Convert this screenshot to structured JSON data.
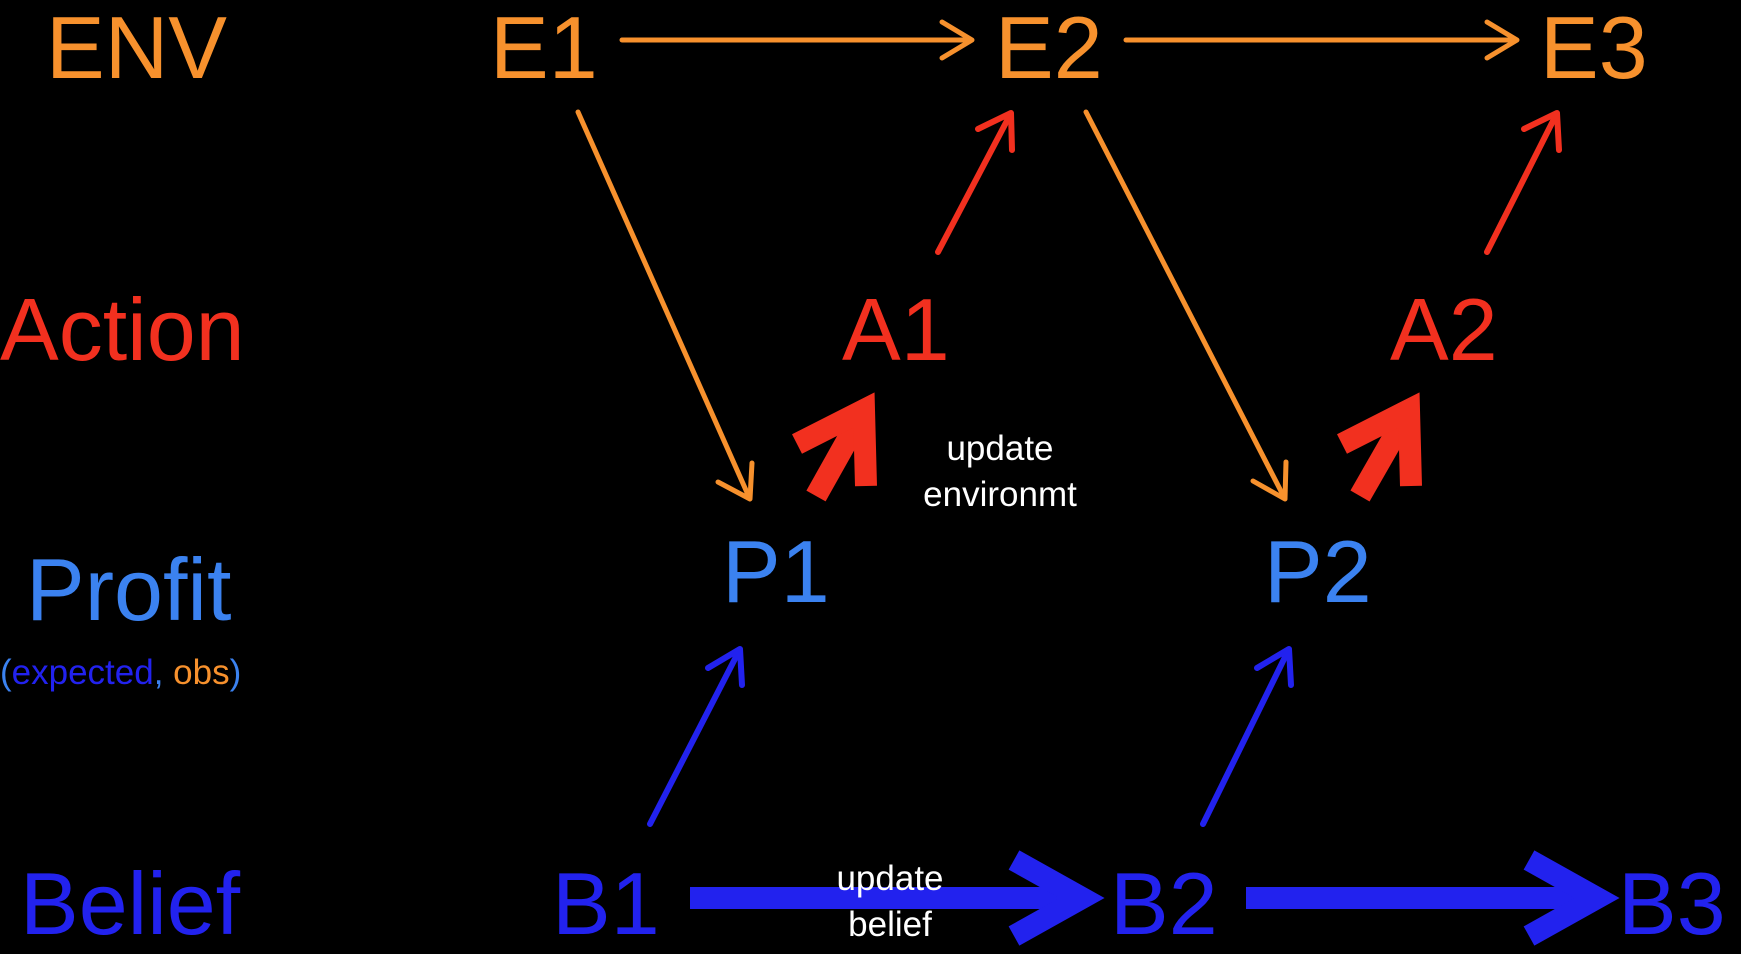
{
  "colors": {
    "env": "#f7912d",
    "action": "#f2301f",
    "profit": "#3b82f0",
    "belief": "#2222ee",
    "note": "#ffffff",
    "background": "#000000"
  },
  "row_labels": {
    "env": "ENV",
    "action": "Action",
    "profit": "Profit",
    "belief": "Belief",
    "profit_sub": {
      "open": "(",
      "expected": "expected",
      "comma": ", ",
      "obs": "obs",
      "close": ")"
    }
  },
  "nodes": {
    "e1": "E1",
    "e2": "E2",
    "e3": "E3",
    "a1": "A1",
    "a2": "A2",
    "p1": "P1",
    "p2": "P2",
    "b1": "B1",
    "b2": "B2",
    "b3": "B3"
  },
  "notes": {
    "update_environment_1": "update",
    "update_environment_2": "environmt",
    "update_belief_1": "update",
    "update_belief_2": "belief"
  },
  "edges": [
    {
      "from": "E1",
      "to": "E2",
      "color": "env",
      "style": "thin"
    },
    {
      "from": "E2",
      "to": "E3",
      "color": "env",
      "style": "thin"
    },
    {
      "from": "E1",
      "to": "P1",
      "color": "env",
      "style": "thin"
    },
    {
      "from": "E2",
      "to": "P2",
      "color": "env",
      "style": "thin"
    },
    {
      "from": "A1",
      "to": "E2",
      "color": "action",
      "style": "thin"
    },
    {
      "from": "A2",
      "to": "E3",
      "color": "action",
      "style": "thin"
    },
    {
      "from": "P1",
      "to": "A1",
      "color": "action",
      "style": "thick"
    },
    {
      "from": "P2",
      "to": "A2",
      "color": "action",
      "style": "thick"
    },
    {
      "from": "B1",
      "to": "P1",
      "color": "belief",
      "style": "thin"
    },
    {
      "from": "B2",
      "to": "P2",
      "color": "belief",
      "style": "thin"
    },
    {
      "from": "B1",
      "to": "B2",
      "color": "belief",
      "style": "thick"
    },
    {
      "from": "B2",
      "to": "B3",
      "color": "belief",
      "style": "thick"
    }
  ]
}
